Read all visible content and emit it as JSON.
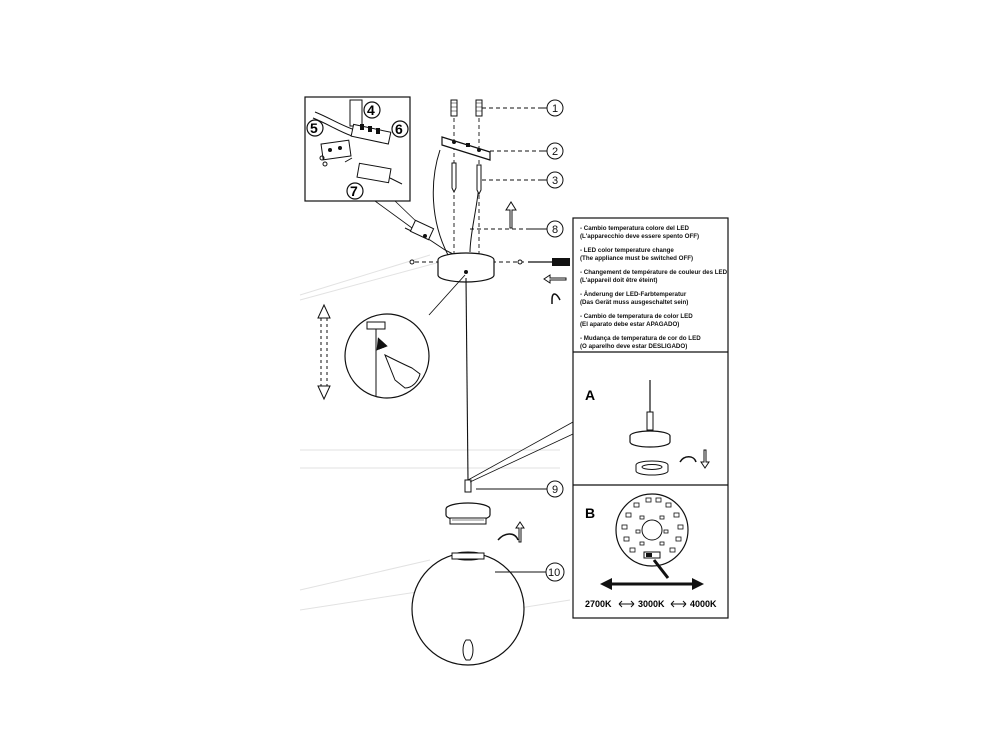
{
  "steps": [
    "1",
    "2",
    "3",
    "4",
    "5",
    "6",
    "7",
    "8",
    "9",
    "10"
  ],
  "panels": {
    "a_label": "A",
    "b_label": "B"
  },
  "led_notes": [
    {
      "title": "- Cambio temperatura colore del LED",
      "sub": "(L'apparecchio deve essere spento OFF)"
    },
    {
      "title": "- LED color temperature change",
      "sub": "(The appliance must be switched OFF)"
    },
    {
      "title": "- Changement de température de couleur des LED",
      "sub": "(L'appareil doit être éteint)"
    },
    {
      "title": "- Änderung der LED-Farbtemperatur",
      "sub": "(Das Gerät muss ausgeschaltet sein)"
    },
    {
      "title": "- Cambio de temperatura de color LED",
      "sub": "(El aparato debe estar APAGADO)"
    },
    {
      "title": "- Mudança de temperatura de cor do LED",
      "sub": "(O aparelho deve estar DESLIGADO)"
    }
  ],
  "color_temps": [
    "2700K",
    "3000K",
    "4000K"
  ],
  "colors": {
    "line": "#111111",
    "guide": "#bfbfbf",
    "panel_bg": "#ffffff"
  }
}
